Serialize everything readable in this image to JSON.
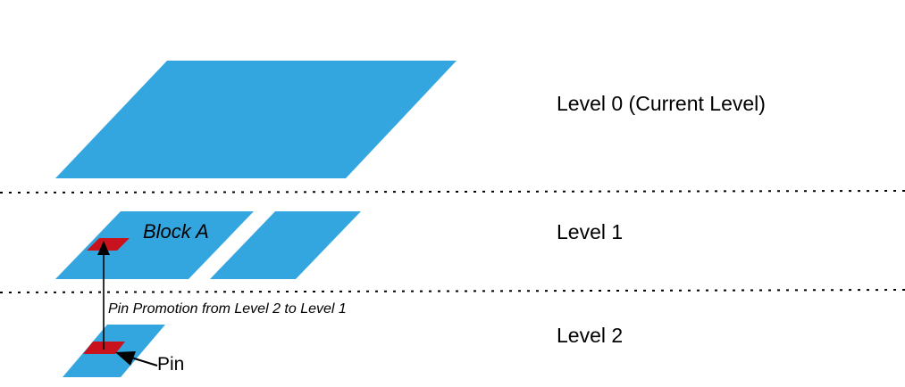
{
  "levels": [
    {
      "label": "Level 0 (Current Level)"
    },
    {
      "label": "Level 1"
    },
    {
      "label": "Level 2"
    }
  ],
  "blocks": {
    "block_a_label": "Block A"
  },
  "annotations": {
    "promotion_label": "Pin Promotion from Level 2 to Level 1",
    "pin_label": "Pin"
  },
  "colors": {
    "block_fill": "#33a6df",
    "pin_fill": "#c8131e",
    "divider": "#000000",
    "arrow": "#000000"
  }
}
